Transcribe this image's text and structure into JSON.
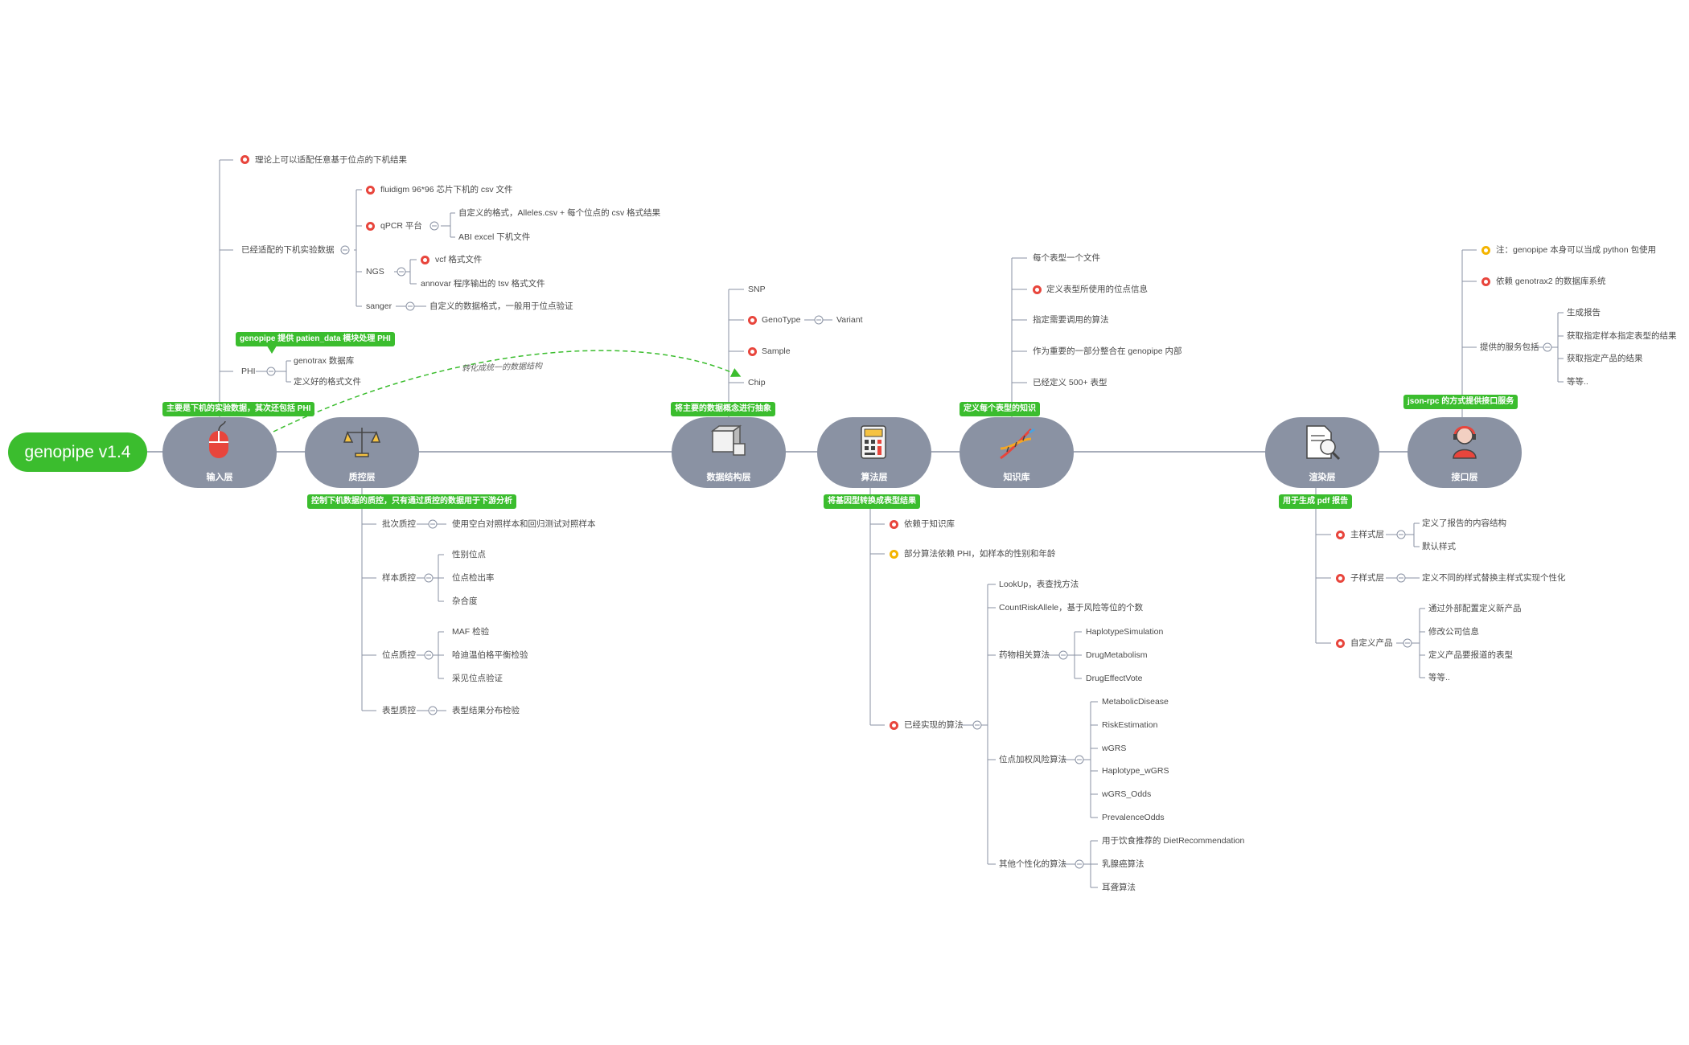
{
  "root": "genopipe v1.4",
  "stages": [
    {
      "id": "input",
      "label": "输入层",
      "icon": "mouse-icon",
      "callout": "主要是下机的实验数据，其次还包括 PHI"
    },
    {
      "id": "qc",
      "label": "质控层",
      "icon": "scale-icon",
      "callout": "控制下机数据的质控，只有通过质控的数据用于下游分析"
    },
    {
      "id": "data",
      "label": "数据结构层",
      "icon": "cubes-icon",
      "callout": "将主要的数据概念进行抽象"
    },
    {
      "id": "algo",
      "label": "算法层",
      "icon": "calculator-icon",
      "callout": "将基因型转换成表型结果"
    },
    {
      "id": "kb",
      "label": "知识库",
      "icon": "dna-icon",
      "callout": "定义每个表型的知识"
    },
    {
      "id": "render",
      "label": "渲染层",
      "icon": "document-search-icon",
      "callout": "用于生成 pdf 报告"
    },
    {
      "id": "api",
      "label": "接口层",
      "icon": "support-agent-icon",
      "callout": "json-rpc 的方式提供接口服务"
    }
  ],
  "input": {
    "items": [
      "理论上可以适配任意基于位点的下机结果",
      "已经适配的下机实验数据",
      "PHI"
    ],
    "platforms": [
      "fluidigm 96*96 芯片下机的 csv 文件",
      "qPCR 平台",
      "NGS",
      "sanger"
    ],
    "qpcr": [
      "自定义的格式，Alleles.csv + 每个位点的 csv 格式结果",
      "ABI excel 下机文件"
    ],
    "ngs": [
      "vcf 格式文件",
      "annovar 程序输出的 tsv 格式文件"
    ],
    "sanger": "自定义的数据格式，一般用于位点验证",
    "phi": [
      "genotrax 数据库",
      "定义好的格式文件"
    ],
    "phi_callout": "genopipe 提供 patien_data 模块处理 PHI",
    "dashed_label": "转化成统一的数据结构"
  },
  "qc": {
    "items": [
      "批次质控",
      "样本质控",
      "位点质控",
      "表型质控"
    ],
    "batch": "使用空白对照样本和回归测试对照样本",
    "sample": [
      "性别位点",
      "位点检出率",
      "杂合度"
    ],
    "site": [
      "MAF 检验",
      "哈迪温伯格平衡检验",
      "采见位点验证"
    ],
    "pheno": "表型结果分布检验"
  },
  "data": {
    "items": [
      "SNP",
      "GenoType",
      "Sample",
      "Chip"
    ],
    "genotype_child": "Variant"
  },
  "algo": {
    "items": [
      "依赖于知识库",
      "部分算法依赖 PHI，如样本的性别和年龄",
      "已经实现的算法"
    ],
    "implemented": [
      "LookUp，表查找方法",
      "CountRiskAllele，基于风险等位的个数",
      "药物相关算法",
      "位点加权风险算法",
      "其他个性化的算法"
    ],
    "drug": [
      "HaplotypeSimulation",
      "DrugMetabolism",
      "DrugEffectVote"
    ],
    "weighted": [
      "MetabolicDisease",
      "RiskEstimation",
      "wGRS",
      "Haplotype_wGRS",
      "wGRS_Odds",
      "PrevalenceOdds"
    ],
    "custom": [
      "用于饮食推荐的 DietRecommendation",
      "乳腺癌算法",
      "耳聋算法"
    ]
  },
  "kb": {
    "items": [
      "每个表型一个文件",
      "定义表型所使用的位点信息",
      "指定需要调用的算法",
      "作为重要的一部分整合在 genopipe 内部",
      "已经定义 500+ 表型"
    ]
  },
  "render": {
    "items": [
      "主样式层",
      "子样式层",
      "自定义产品"
    ],
    "main": [
      "定义了报告的内容结构",
      "默认样式"
    ],
    "sub": "定义不同的样式替换主样式实现个性化",
    "custom": [
      "通过外部配置定义新产品",
      "修改公司信息",
      "定义产品要报道的表型",
      "等等.."
    ]
  },
  "api": {
    "items": [
      "注：genopipe 本身可以当成 python 包使用",
      "依赖 genotrax2 的数据库系统",
      "提供的服务包括"
    ],
    "services": [
      "生成报告",
      "获取指定样本指定表型的结果",
      "获取指定产品的结果",
      "等等.."
    ]
  },
  "colors": {
    "green": "#3bbd2e",
    "node": "#8a92a3",
    "line": "#8a92a3",
    "red": "#e8453c",
    "yellow": "#f4b400"
  }
}
